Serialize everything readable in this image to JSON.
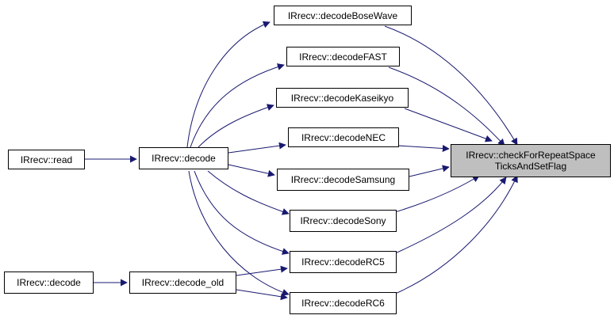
{
  "colors": {
    "edge": "#191970",
    "node_border": "#000000",
    "focus_fill": "#bfbfbf"
  },
  "nodes": {
    "decodeBoseWave": "IRrecv::decodeBoseWave",
    "decodeFAST": "IRrecv::decodeFAST",
    "decodeKaseikyo": "IRrecv::decodeKaseikyo",
    "decodeNEC": "IRrecv::decodeNEC",
    "decodeSamsung": "IRrecv::decodeSamsung",
    "decodeSony": "IRrecv::decodeSony",
    "decodeRC5": "IRrecv::decodeRC5",
    "decodeRC6": "IRrecv::decodeRC6",
    "read": "IRrecv::read",
    "decode": "IRrecv::decode",
    "decode2": "IRrecv::decode",
    "decode_old": "IRrecv::decode_old",
    "target_line1": "IRrecv::checkForRepeatSpace",
    "target_line2": "TicksAndSetFlag"
  }
}
